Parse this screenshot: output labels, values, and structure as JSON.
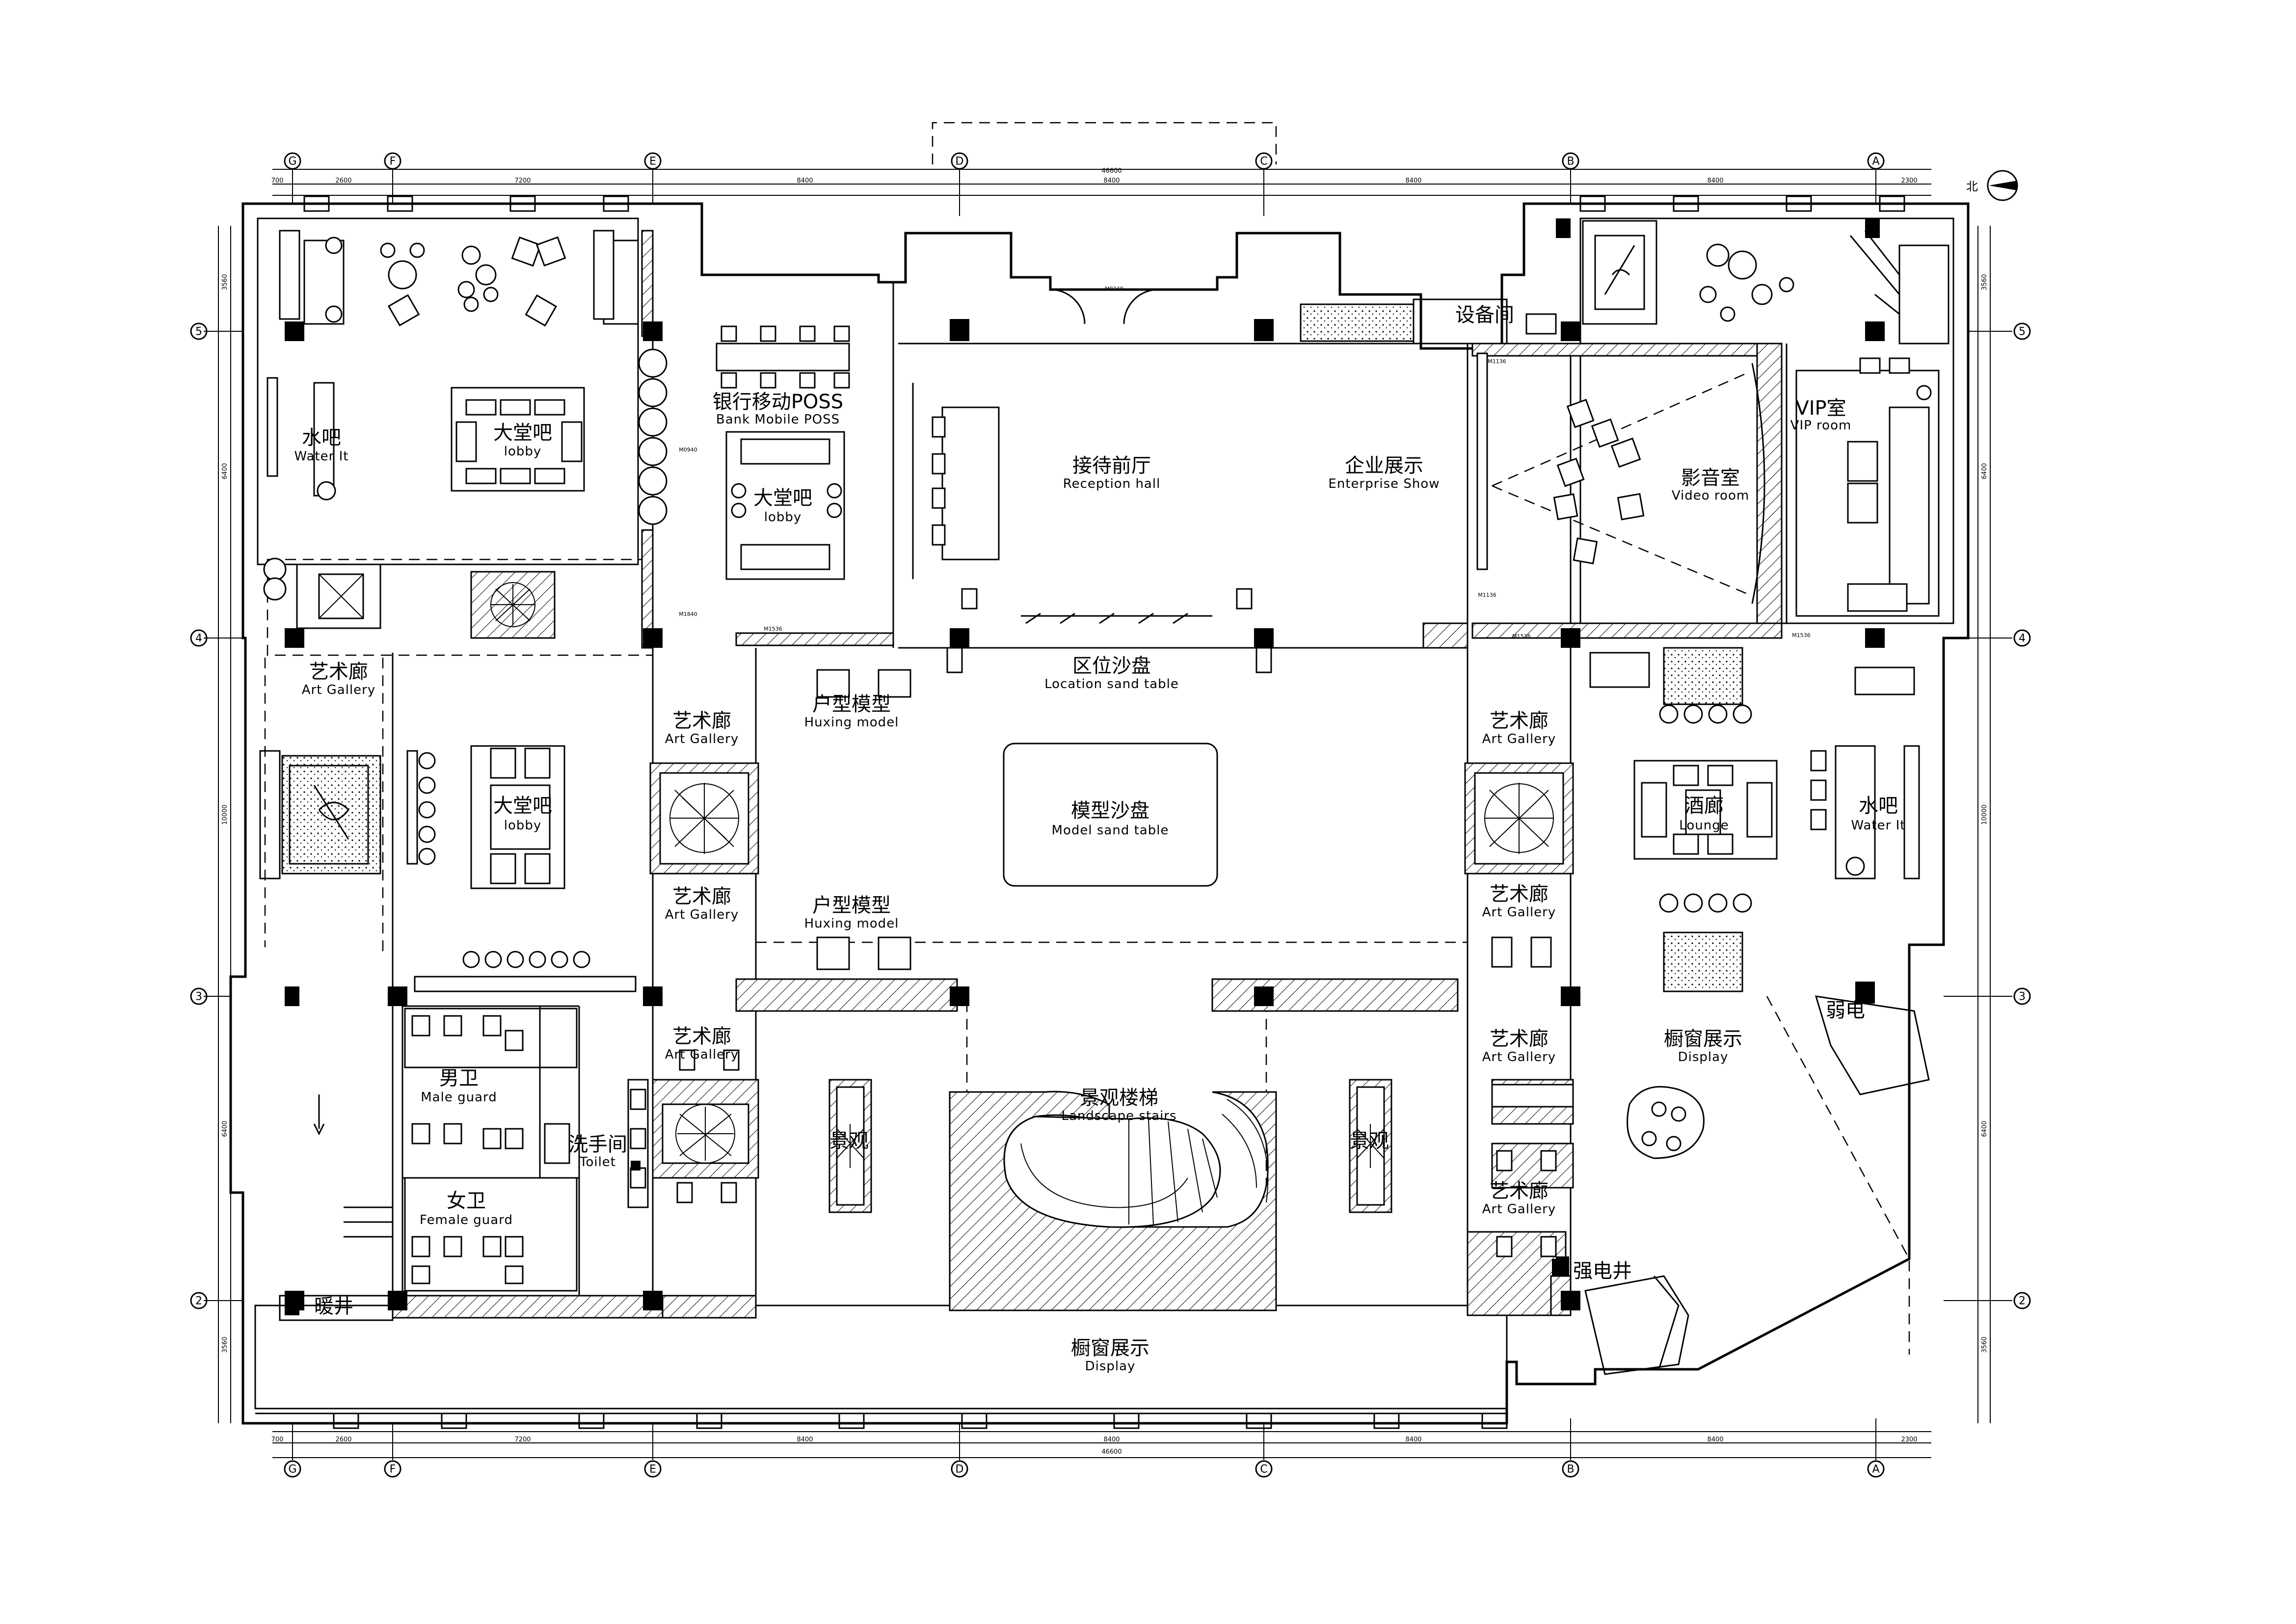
{
  "grid": {
    "columns": [
      "G",
      "F",
      "E",
      "D",
      "C",
      "B",
      "A"
    ],
    "rows": [
      "5",
      "4",
      "3",
      "2"
    ]
  },
  "dimensions": {
    "segments": [
      "700",
      "2600",
      "7200",
      "8400",
      "8400",
      "8400",
      "8400",
      "2300"
    ],
    "total": "46600",
    "left_side": [
      "3560",
      "6400",
      "10000",
      "6400",
      "3560"
    ],
    "right_side": [
      "3560",
      "6400",
      "10000",
      "6400",
      "3560"
    ]
  },
  "north_label": "北",
  "rooms": {
    "water_bar_left": {
      "cn": "水吧",
      "en": "Water It"
    },
    "lobby_bar_top": {
      "cn": "大堂吧",
      "en": "lobby"
    },
    "bank_poss": {
      "cn": "银行移动POSS",
      "en": "Bank Mobile POSS"
    },
    "lobby_bar_bank": {
      "cn": "大堂吧",
      "en": "lobby"
    },
    "reception": {
      "cn": "接待前厅",
      "en": "Reception hall"
    },
    "enterprise": {
      "cn": "企业展示",
      "en": "Enterprise Show"
    },
    "equipment": {
      "cn": "设备间"
    },
    "video": {
      "cn": "影音室",
      "en": "Video room"
    },
    "vip": {
      "cn": "VIP室",
      "en": "VIP room"
    },
    "art_gallery_left": {
      "cn": "艺术廊",
      "en": "Art Gallery"
    },
    "lobby_bar_mid": {
      "cn": "大堂吧",
      "en": "lobby"
    },
    "location_sand": {
      "cn": "区位沙盘",
      "en": "Location sand table"
    },
    "huxing_top": {
      "cn": "户型模型",
      "en": "Huxing model"
    },
    "model_sand": {
      "cn": "模型沙盘",
      "en": "Model sand table"
    },
    "huxing_bottom": {
      "cn": "户型模型",
      "en": "Huxing model"
    },
    "art_gallery_e1": {
      "cn": "艺术廊",
      "en": "Art Gallery"
    },
    "art_gallery_e2": {
      "cn": "艺术廊",
      "en": "Art Gallery"
    },
    "art_gallery_e3": {
      "cn": "艺术廊",
      "en": "Art Gallery"
    },
    "art_gallery_b1": {
      "cn": "艺术廊",
      "en": "Art Gallery"
    },
    "art_gallery_b2": {
      "cn": "艺术廊",
      "en": "Art Gallery"
    },
    "art_gallery_b3": {
      "cn": "艺术廊",
      "en": "Art Gallery"
    },
    "art_gallery_b4": {
      "cn": "艺术廊",
      "en": "Art Gallery"
    },
    "lounge": {
      "cn": "酒廊",
      "en": "Lounge"
    },
    "water_bar_right": {
      "cn": "水吧",
      "en": "Water It"
    },
    "weak_current": {
      "cn": "弱电"
    },
    "display_right": {
      "cn": "橱窗展示",
      "en": "Display"
    },
    "male": {
      "cn": "男卫",
      "en": "Male guard"
    },
    "washroom": {
      "cn": "洗手间",
      "en": "Toilet"
    },
    "female": {
      "cn": "女卫",
      "en": "Female guard"
    },
    "landscape_left": {
      "cn": "景观"
    },
    "landscape_stairs": {
      "cn": "景观楼梯",
      "en": "Landscape stairs"
    },
    "landscape_right": {
      "cn": "景观"
    },
    "strong_current": {
      "cn": "强电井"
    },
    "heating": {
      "cn": "暖井"
    },
    "display_bottom": {
      "cn": "橱窗展示",
      "en": "Display"
    }
  },
  "door_tags": [
    "M0240",
    "M1136",
    "M1136",
    "M1536",
    "M1536",
    "M0940",
    "M1840",
    "M1536"
  ]
}
